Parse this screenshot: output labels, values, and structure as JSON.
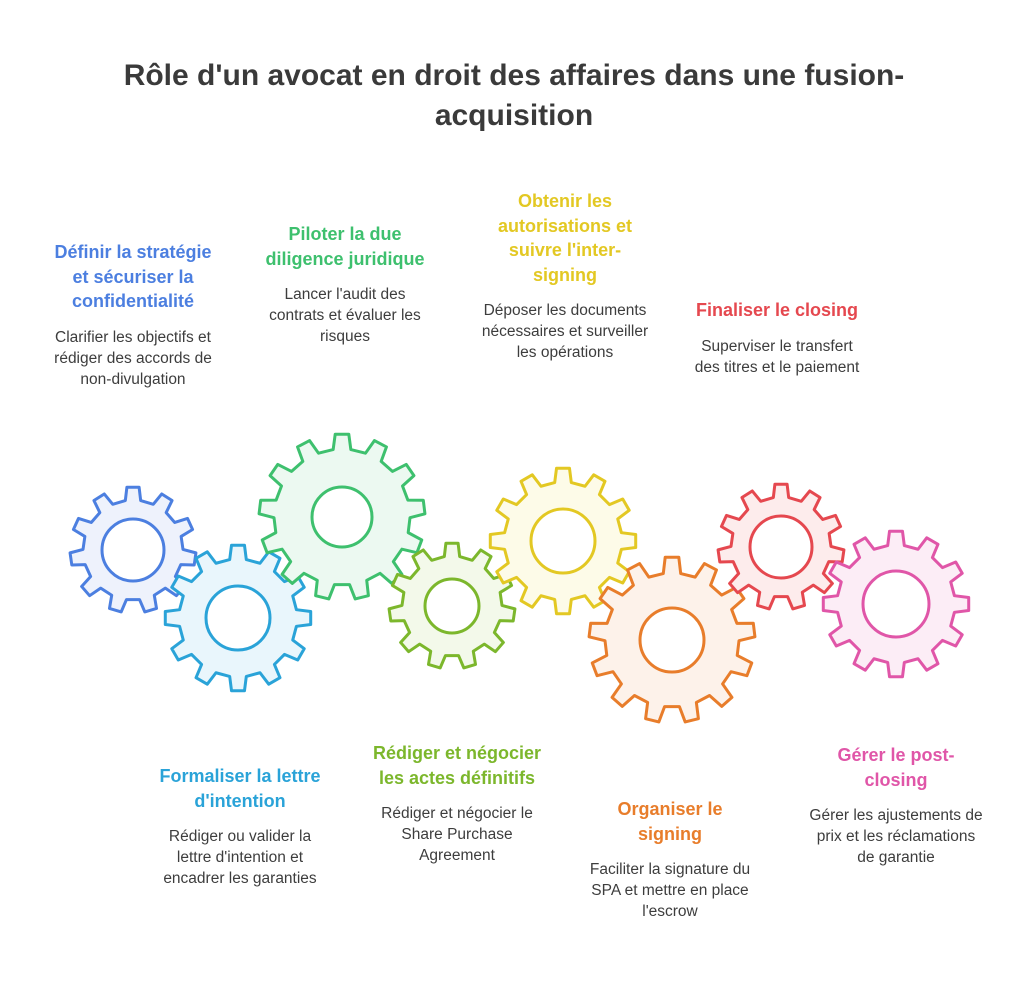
{
  "title": "Rôle d'un avocat en droit des affaires dans une fusion-acquisition",
  "steps": [
    {
      "title": "Définir la stratégie et sécuriser la confidentialité",
      "description": "Clarifier les objectifs et rédiger des accords de non-divulgation",
      "color": "#4c7fe0",
      "fill": "#eef2fc"
    },
    {
      "title": "Formaliser la lettre d'intention",
      "description": "Rédiger ou valider la lettre d'intention et encadrer les garanties",
      "color": "#2aa3d8",
      "fill": "#e9f6fc"
    },
    {
      "title": "Piloter la due diligence juridique",
      "description": "Lancer l'audit des contrats et évaluer les risques",
      "color": "#3ec06e",
      "fill": "#ecf9f1"
    },
    {
      "title": "Rédiger et négocier les actes définitifs",
      "description": "Rédiger et négocier le Share Purchase Agreement",
      "color": "#7cb72c",
      "fill": "#f3f9ea"
    },
    {
      "title": "Obtenir les autorisations et suivre l'inter-signing",
      "description": "Déposer les documents nécessaires et surveiller les opérations",
      "color": "#e3c823",
      "fill": "#fdfbe8"
    },
    {
      "title": "Organiser le signing",
      "description": "Faciliter la signature du SPA et mettre en place l'escrow",
      "color": "#e87d2b",
      "fill": "#fdf2ea"
    },
    {
      "title": "Finaliser le closing",
      "description": "Superviser le transfert des titres et le paiement",
      "color": "#e5484f",
      "fill": "#fdecec"
    },
    {
      "title": "Gérer le post-closing",
      "description": "Gérer les ajustements de prix et les réclamations de garantie",
      "color": "#e056a8",
      "fill": "#fcedf6"
    }
  ]
}
